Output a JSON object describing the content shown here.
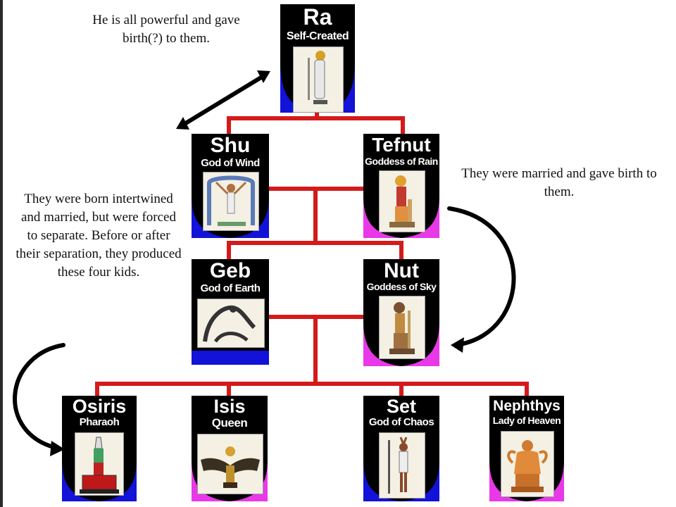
{
  "notes": {
    "ra_note": "He is all powerful and gave birth(?) to them.",
    "tefnut_note": "They were married and gave birth to them.",
    "shu_tefnut_note": "They were born intertwined and married, but were forced to separate. Before or after their separation, they produced these four kids."
  },
  "deities": {
    "ra": {
      "name": "Ra",
      "title": "Self-Created",
      "accent": "#1212d8",
      "icon": "ra-figure-icon"
    },
    "shu": {
      "name": "Shu",
      "title": "God of Wind",
      "accent": "#1212d8",
      "icon": "shu-figure-icon"
    },
    "tefnut": {
      "name": "Tefnut",
      "title": "Goddess of Rain",
      "accent": "#e838e8",
      "icon": "tefnut-figure-icon"
    },
    "geb": {
      "name": "Geb",
      "title": "God of Earth",
      "accent": "#1212d8",
      "icon": "geb-figure-icon"
    },
    "nut": {
      "name": "Nut",
      "title": "Goddess of Sky",
      "accent": "#e838e8",
      "icon": "nut-figure-icon"
    },
    "osiris": {
      "name": "Osiris",
      "title": "Pharaoh",
      "accent": "#1212d8",
      "icon": "osiris-figure-icon"
    },
    "isis": {
      "name": "Isis",
      "title": "Queen",
      "accent": "#e838e8",
      "icon": "isis-figure-icon"
    },
    "set": {
      "name": "Set",
      "title": "God of Chaos",
      "accent": "#1212d8",
      "icon": "set-figure-icon"
    },
    "nephthys": {
      "name": "Nephthys",
      "title": "Lady of Heaven",
      "accent": "#e838e8",
      "icon": "nephthys-figure-icon"
    }
  },
  "colors": {
    "connector": "#d41a1a",
    "arrow": "#000000"
  }
}
